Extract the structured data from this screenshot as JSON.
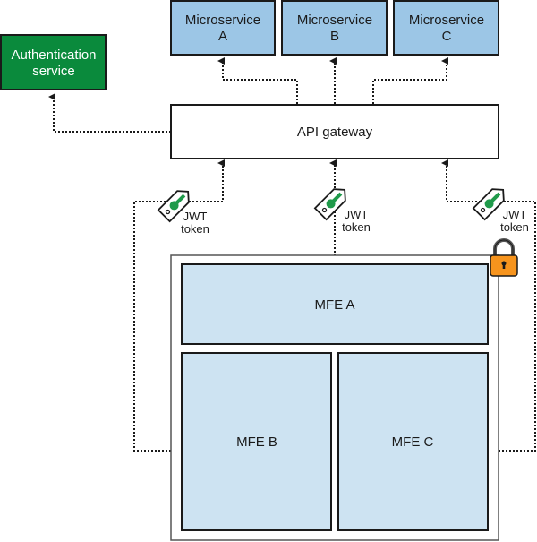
{
  "title": "Microfrontends authentication with JWT tokens via API gateway",
  "colors": {
    "auth_fill": "#0a8a3c",
    "microservice_fill": "#9cc6e6",
    "mfe_fill": "#cde3f2",
    "lock_fill": "#f7941d",
    "key_fill": "#1f9a4a",
    "stroke": "#1a1a1a"
  },
  "nodes": {
    "auth_service": {
      "line1": "Authentication",
      "line2": "service"
    },
    "microservice_a": {
      "line1": "Microservice",
      "line2": "A"
    },
    "microservice_b": {
      "line1": "Microservice",
      "line2": "B"
    },
    "microservice_c": {
      "line1": "Microservice",
      "line2": "C"
    },
    "api_gateway": {
      "label": "API gateway"
    },
    "mfe_a": {
      "label": "MFE A"
    },
    "mfe_b": {
      "label": "MFE B"
    },
    "mfe_c": {
      "label": "MFE C"
    }
  },
  "tokens": [
    {
      "line1": "JWT",
      "line2": "token"
    },
    {
      "line1": "JWT",
      "line2": "token"
    },
    {
      "line1": "JWT",
      "line2": "token"
    }
  ],
  "icons": {
    "token_tag": "key-tag-icon",
    "lock": "padlock-icon"
  },
  "edges": [
    {
      "from": "api_gateway",
      "to": "auth_service",
      "style": "dotted"
    },
    {
      "from": "api_gateway",
      "to": "microservice_a",
      "style": "dotted"
    },
    {
      "from": "api_gateway",
      "to": "microservice_b",
      "style": "dotted"
    },
    {
      "from": "api_gateway",
      "to": "microservice_c",
      "style": "dotted"
    },
    {
      "from": "mfe_b",
      "to": "api_gateway",
      "style": "dotted",
      "label": "JWT token"
    },
    {
      "from": "mfe_a",
      "to": "api_gateway",
      "style": "dotted",
      "label": "JWT token"
    },
    {
      "from": "mfe_c",
      "to": "api_gateway",
      "style": "dotted",
      "label": "JWT token"
    }
  ]
}
